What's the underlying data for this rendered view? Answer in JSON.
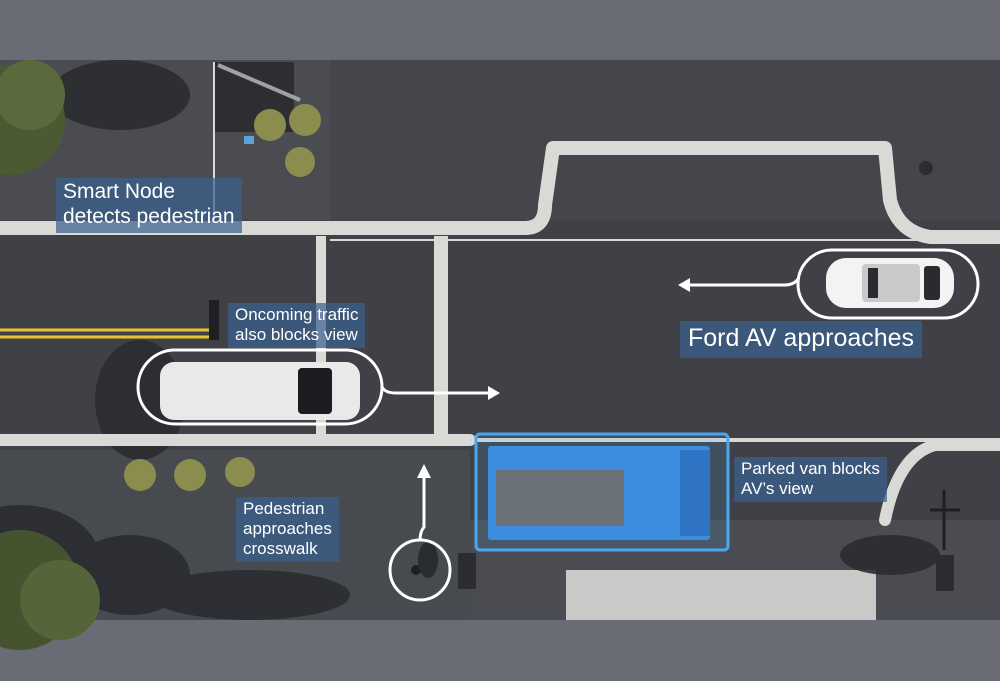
{
  "callouts": {
    "smart_node": {
      "line1": "Smart Node",
      "line2": "detects pedestrian"
    },
    "oncoming": {
      "line1": "Oncoming traffic",
      "line2": "also blocks view"
    },
    "ford_av": {
      "line1": "Ford AV approaches"
    },
    "parked_van": {
      "line1": "Parked van blocks",
      "line2": "AV’s view"
    },
    "pedestrian": {
      "line1": "Pedestrian",
      "line2": "approaches",
      "line3": "crosswalk"
    }
  },
  "colors": {
    "frame": "#696c74",
    "asphalt": "#3f4146",
    "curb": "#d9d9d6",
    "center_line": "#e8c233",
    "callout_bg": "#3a608e",
    "highlight_blue": "#4aa6ee",
    "parked_van": "#3c8de0",
    "outline_white": "#ffffff"
  },
  "icons": {
    "ford_av_marker": "car-outline-icon",
    "oncoming_marker": "van-outline-icon",
    "pedestrian_marker": "circle-icon",
    "parked_marker": "rectangle-highlight-icon"
  }
}
